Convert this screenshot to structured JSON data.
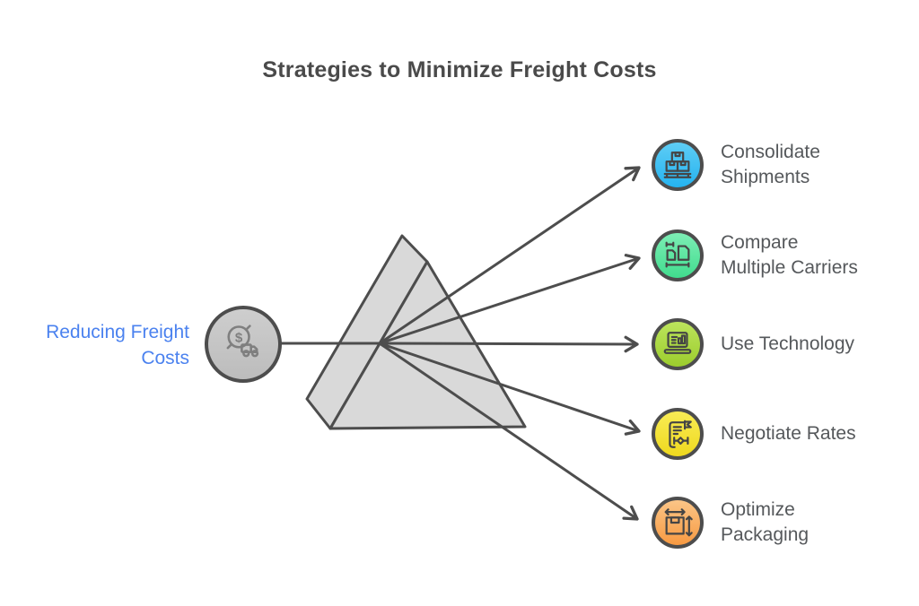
{
  "title": "Strategies to Minimize Freight Costs",
  "source": {
    "label": "Reducing Freight\nCosts",
    "icon": "money-truck-icon",
    "label_color": "#4b82ef",
    "circle_top": "#cecece",
    "circle_bottom": "#bcbcbc"
  },
  "items": [
    {
      "label": "Consolidate\nShipments",
      "icon": "pallet-boxes-icon",
      "color_top": "#5ecdf5",
      "color_bottom": "#25b3ef"
    },
    {
      "label": "Compare\nMultiple Carriers",
      "icon": "compare-sizes-icon",
      "color_top": "#7deeb5",
      "color_bottom": "#41dc8e"
    },
    {
      "label": "Use Technology",
      "icon": "laptop-chart-icon",
      "color_top": "#bce45c",
      "color_bottom": "#9ccd2d"
    },
    {
      "label": "Negotiate Rates",
      "icon": "contract-handshake-icon",
      "color_top": "#f8ec55",
      "color_bottom": "#efd91e"
    },
    {
      "label": "Optimize\nPackaging",
      "icon": "package-dimensions-icon",
      "color_top": "#fbc587",
      "color_bottom": "#f79a42"
    }
  ],
  "colors": {
    "stroke": "#4d4d4d",
    "prism_fill": "#d9d9d9",
    "title_text": "#4a4a4a",
    "label_text": "#55585b",
    "background": "#ffffff"
  }
}
